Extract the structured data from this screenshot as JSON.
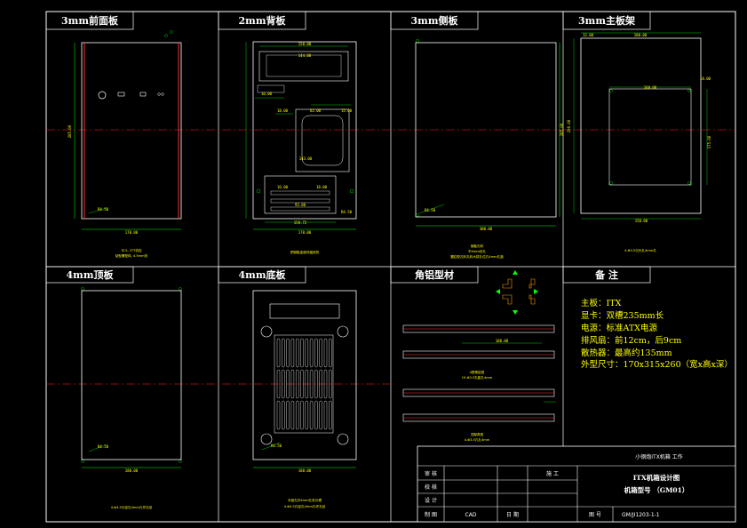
{
  "panels": [
    {
      "title": "3mm前面板",
      "dims": [
        "170.00",
        "285.00",
        "R4.50"
      ],
      "notes": [
        "中.5, 2TT供应",
        "刮型螺型料, 4.5mm形"
      ]
    },
    {
      "title": "2mm背板",
      "dims": [
        "170.00",
        "144.00",
        "150.00",
        "16.00",
        "18.00",
        "62.00",
        "15.00",
        "143.00",
        "93.00",
        "158.72",
        "16.00",
        "18.00",
        "R4.50"
      ],
      "notes": [
        "把钥匙金属内缩改的"
      ]
    },
    {
      "title": "3mm侧板",
      "dims": [
        "300.00",
        "285.00",
        "R4.50"
      ],
      "notes": [
        "钢板孔料",
        "不4mm处孔",
        "圆柱型孔料孔料大将孔位孔4mm孔距"
      ]
    },
    {
      "title": "3mm主板架",
      "dims": [
        "180.00",
        "160.00",
        "12.00",
        "150.00",
        "290.00",
        "175.00",
        "18.00"
      ],
      "notes": [
        "4-Φ3.5沉头孔4mm孔"
      ]
    },
    {
      "title": "4mm顶板",
      "dims": [
        "180.00",
        "R4.50"
      ],
      "notes": [
        "4-Φ4.5孔径孔4mm孔作孔径"
      ]
    },
    {
      "title": "4mm底板",
      "dims": [
        "180.00",
        "R4.50"
      ],
      "notes": [
        "半组孔外4mm孔处长理",
        "4-Φ4.5孔径孔4mm孔作孔径"
      ]
    },
    {
      "title": "角铝型材",
      "dims": [
        "180.00"
      ],
      "notes": [
        "4根角铝型",
        "19-Φ3.5孔距孔4mm",
        "顶部角型",
        "4-Φ3.5孔孔4mm"
      ]
    },
    {
      "title": "备  注",
      "dims": [],
      "notes": []
    }
  ],
  "spec": {
    "lines": [
      "主板：ITX",
      "显卡：双槽235mm长",
      "电源：标准ATX电源",
      "排风扇：前12cm，后9cm",
      "散热器：最高约135mm",
      "外型尺寸：170x315x260（宽x高x深）"
    ]
  },
  "title_block": {
    "company": "小钢炮ITX机箱 工作",
    "rows": {
      "review": "审  核",
      "check": "校  核",
      "design": "设  计",
      "drawing": "制  图",
      "construction": "施  工",
      "cad": "CAD",
      "date": "日  期",
      "drawing_no": "图  号"
    },
    "drawing_title": "ITX机箱设计图",
    "model": "机箱型号 （GM01）",
    "drawing_no_value": "GM/JI1203-1-1"
  }
}
